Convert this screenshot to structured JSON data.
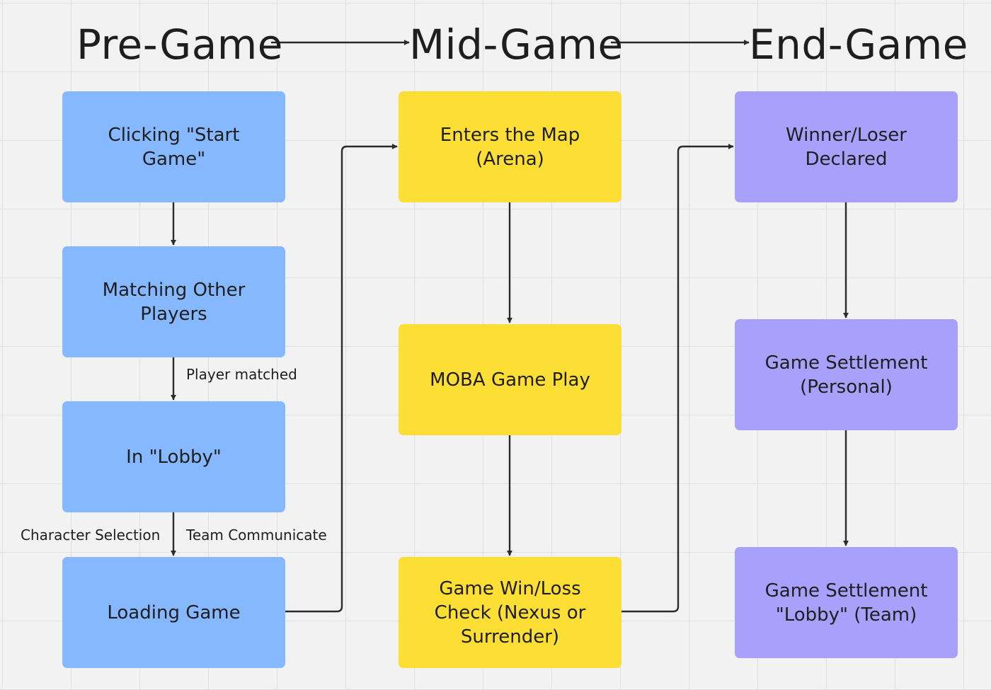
{
  "colors": {
    "pre_game_node": "#86b8ff",
    "mid_game_node": "#fcde34",
    "end_game_node": "#a7a1fc",
    "arrow": "#2b2b2b",
    "canvas_background": "#f2f2f2",
    "grid_line": "#e0e0e0"
  },
  "phases": {
    "pre": "Pre-Game",
    "mid": "Mid-Game",
    "end": "End-Game"
  },
  "nodes": {
    "clicking_start": "Clicking \"Start\nGame\"",
    "matching_players": "Matching Other\nPlayers",
    "in_lobby": "In \"Lobby\"",
    "loading_game": "Loading Game",
    "enters_map": "Enters the Map\n(Arena)",
    "moba_game_play": "MOBA Game Play",
    "win_loss_check": "Game Win/Loss\nCheck (Nexus or\nSurrender)",
    "winner_loser": "Winner/Loser\nDeclared",
    "settlement_personal": "Game Settlement\n(Personal)",
    "settlement_lobby": "Game Settlement\n\"Lobby\" (Team)"
  },
  "edge_labels": {
    "player_matched": "Player matched",
    "character_selection": "Character Selection",
    "team_communicate": "Team Communicate"
  }
}
